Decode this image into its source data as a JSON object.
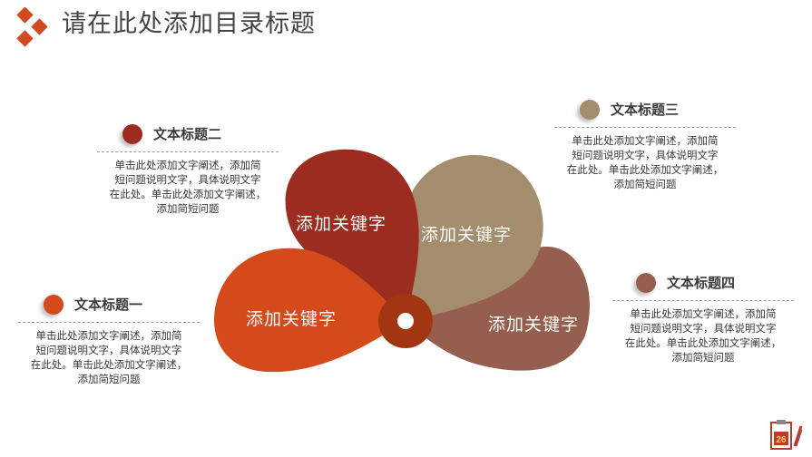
{
  "header": {
    "title": "请在此处添加目录标题",
    "logo_color": "#d24a1f"
  },
  "petals": [
    {
      "label": "添加关键字",
      "color": "#d54a1a"
    },
    {
      "label": "添加关键字",
      "color": "#9b2c1f"
    },
    {
      "label": "添加关键字",
      "color": "#a48d6c"
    },
    {
      "label": "添加关键字",
      "color": "#955e4e"
    }
  ],
  "center": {
    "ring_color": "#a33612",
    "hole_color": "#ffffff"
  },
  "items": [
    {
      "title": "文本标题一",
      "color": "#d54a1a",
      "desc": [
        "单击此处添加文字阐述，添加简",
        "短问题说明文字，具体说明文字",
        "在此处。单击此处添加文字阐述，",
        "添加简短问题"
      ]
    },
    {
      "title": "文本标题二",
      "color": "#9b2c1f",
      "desc": [
        "单击此处添加文字阐述，添加简",
        "短问题说明文字，具体说明文字",
        "在此处。单击此处添加文字阐述，",
        "添加简短问题"
      ]
    },
    {
      "title": "文本标题三",
      "color": "#a48d6c",
      "desc": [
        "单击此处添加文字阐述，添加简",
        "短问题说明文字，具体说明文字",
        "在此处。单击此处添加文字阐述，",
        "添加简短问题"
      ]
    },
    {
      "title": "文本标题四",
      "color": "#955e4e",
      "desc": [
        "单击此处添加文字阐述，添加简",
        "短问题说明文字，具体说明文字",
        "在此处。单击此处添加文字阐述，",
        "添加简短问题"
      ]
    }
  ],
  "footer": {
    "calendar_number": "26",
    "calendar_color": "#c0392b"
  }
}
